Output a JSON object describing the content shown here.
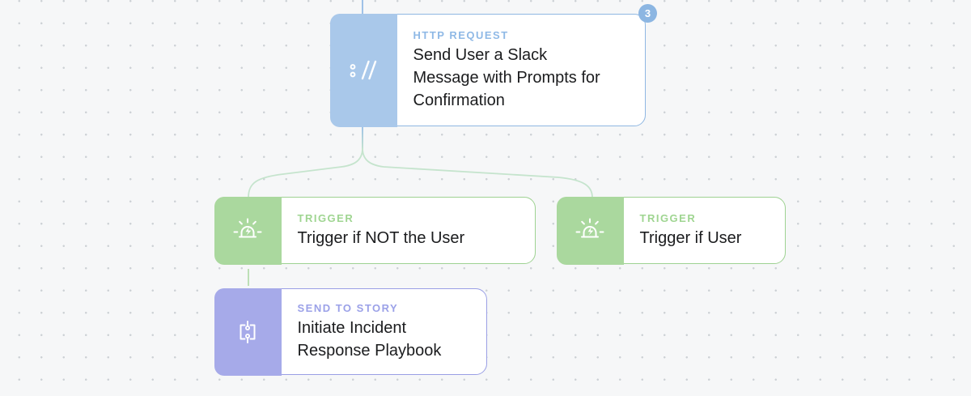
{
  "workflow": {
    "nodes": {
      "http": {
        "type_label": "HTTP REQUEST",
        "title": "Send User a Slack Message with Prompts for Confirmation",
        "badge": "3",
        "icon": "http-protocol-icon",
        "accent": "#8fb7e2"
      },
      "trigger_not_user": {
        "type_label": "TRIGGER",
        "title": "Trigger if NOT the User",
        "icon": "siren-icon",
        "accent": "#9ed292"
      },
      "trigger_user": {
        "type_label": "TRIGGER",
        "title": "Trigger if User",
        "icon": "siren-icon",
        "accent": "#9ed292"
      },
      "send_to_story": {
        "type_label": "SEND TO STORY",
        "title": "Initiate Incident Response Playbook",
        "icon": "story-brackets-icon",
        "accent": "#9a9fe5"
      }
    },
    "connectors": {
      "incoming_color": "#9fc2e8",
      "branch_color": "#c5e4cd",
      "trigger_to_story_color": "#b7dcae"
    }
  }
}
